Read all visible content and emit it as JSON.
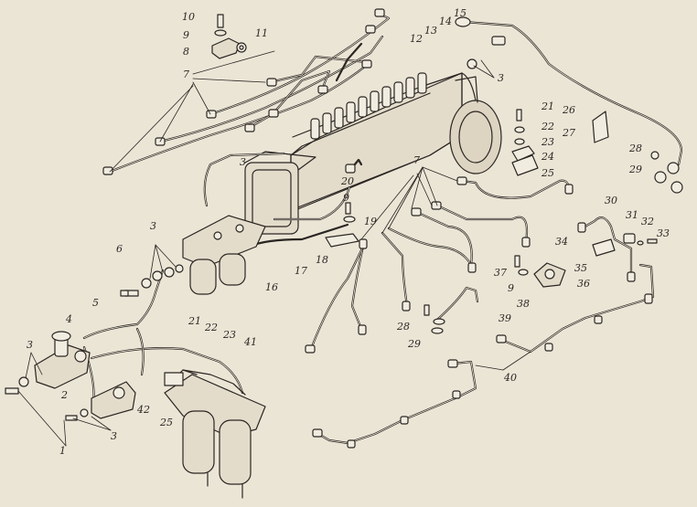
{
  "ink_color": "#2a2622",
  "paper_color": "#ebe5d6",
  "callouts": [
    {
      "id": "c10",
      "text": "10"
    },
    {
      "id": "c9a",
      "text": "9"
    },
    {
      "id": "c8",
      "text": "8"
    },
    {
      "id": "c11",
      "text": "11"
    },
    {
      "id": "c7a",
      "text": "7"
    },
    {
      "id": "c12",
      "text": "12"
    },
    {
      "id": "c13",
      "text": "13"
    },
    {
      "id": "c14",
      "text": "14"
    },
    {
      "id": "c15",
      "text": "15"
    },
    {
      "id": "c3a",
      "text": "3"
    },
    {
      "id": "c21a",
      "text": "21"
    },
    {
      "id": "c26",
      "text": "26"
    },
    {
      "id": "c22a",
      "text": "22"
    },
    {
      "id": "c27",
      "text": "27"
    },
    {
      "id": "c23a",
      "text": "23"
    },
    {
      "id": "c24",
      "text": "24"
    },
    {
      "id": "c25a",
      "text": "25"
    },
    {
      "id": "c28a",
      "text": "28"
    },
    {
      "id": "c29a",
      "text": "29"
    },
    {
      "id": "c3b",
      "text": "3"
    },
    {
      "id": "c7b",
      "text": "7"
    },
    {
      "id": "c20",
      "text": "20"
    },
    {
      "id": "c9b",
      "text": "9"
    },
    {
      "id": "c19",
      "text": "19"
    },
    {
      "id": "c30",
      "text": "30"
    },
    {
      "id": "c31",
      "text": "31"
    },
    {
      "id": "c32",
      "text": "32"
    },
    {
      "id": "c33",
      "text": "33"
    },
    {
      "id": "c34",
      "text": "34"
    },
    {
      "id": "c35",
      "text": "35"
    },
    {
      "id": "c3c",
      "text": "3"
    },
    {
      "id": "c6",
      "text": "6"
    },
    {
      "id": "c18",
      "text": "18"
    },
    {
      "id": "c17",
      "text": "17"
    },
    {
      "id": "c16",
      "text": "16"
    },
    {
      "id": "c37",
      "text": "37"
    },
    {
      "id": "c9c",
      "text": "9"
    },
    {
      "id": "c38",
      "text": "38"
    },
    {
      "id": "c36",
      "text": "36"
    },
    {
      "id": "c5",
      "text": "5"
    },
    {
      "id": "c39",
      "text": "39"
    },
    {
      "id": "c4",
      "text": "4"
    },
    {
      "id": "c21b",
      "text": "21"
    },
    {
      "id": "c22b",
      "text": "22"
    },
    {
      "id": "c23b",
      "text": "23"
    },
    {
      "id": "c41",
      "text": "41"
    },
    {
      "id": "c28b",
      "text": "28"
    },
    {
      "id": "c29b",
      "text": "29"
    },
    {
      "id": "c3d",
      "text": "3"
    },
    {
      "id": "c40",
      "text": "40"
    },
    {
      "id": "c2",
      "text": "2"
    },
    {
      "id": "c42",
      "text": "42"
    },
    {
      "id": "c25b",
      "text": "25"
    },
    {
      "id": "c3e",
      "text": "3"
    },
    {
      "id": "c1",
      "text": "1"
    }
  ]
}
